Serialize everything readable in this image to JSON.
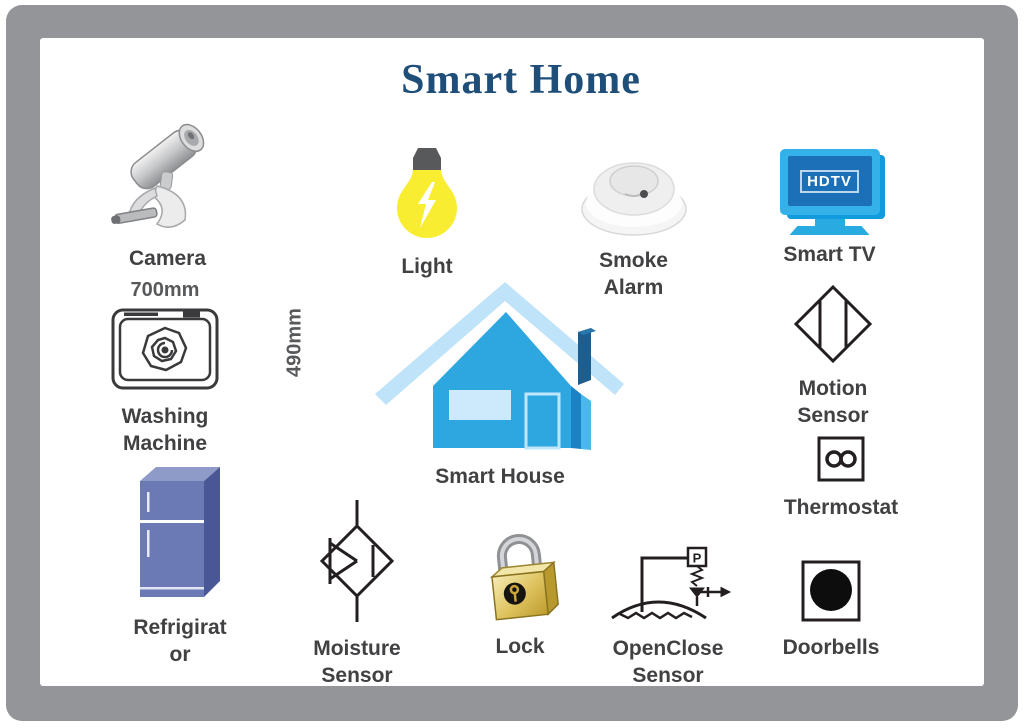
{
  "title": "Smart Home",
  "colors": {
    "frame_gray": "#939598",
    "background": "#ffffff",
    "title_text": "#1f4e79",
    "label_text": "#414042",
    "dimension_text": "#58595b",
    "line_icon_stroke": "#231f20",
    "house_blue": "#2ea7e0",
    "house_roof_blue": "#bfe3f8",
    "tv_blue": "#29abe2",
    "tv_screen_blue": "#1b70b8",
    "bulb_yellow": "#f9ed32",
    "bulb_cap_gray": "#58595b",
    "fridge_blue": "#6b79b5",
    "lock_gold": "#d9b94a"
  },
  "items": [
    {
      "id": "camera",
      "label": "Camera",
      "icon": "webcam-icon"
    },
    {
      "id": "light",
      "label": "Light",
      "icon": "lightbulb-icon"
    },
    {
      "id": "smoke-alarm",
      "label": "Smoke\nAlarm",
      "icon": "smoke-alarm-icon"
    },
    {
      "id": "smart-tv",
      "label": "Smart TV",
      "icon": "tv-icon",
      "screen_text": "HDTV"
    },
    {
      "id": "washing-machine",
      "label": "Washing\nMachine",
      "icon": "washing-machine-icon",
      "width_dimension": "700mm",
      "height_dimension": "490mm"
    },
    {
      "id": "smart-house",
      "label": "Smart House",
      "icon": "house-icon"
    },
    {
      "id": "motion-sensor",
      "label": "Motion\nSensor",
      "icon": "motion-sensor-icon"
    },
    {
      "id": "thermostat",
      "label": "Thermostat",
      "icon": "thermostat-icon"
    },
    {
      "id": "refrigerator",
      "label": "Refrigirat\nor",
      "icon": "refrigerator-icon"
    },
    {
      "id": "moisture-sensor",
      "label": "Moisture\nSensor",
      "icon": "moisture-sensor-icon"
    },
    {
      "id": "lock",
      "label": "Lock",
      "icon": "padlock-icon"
    },
    {
      "id": "openclose-sensor",
      "label": "OpenClose\nSensor",
      "icon": "openclose-sensor-icon",
      "box_glyph": "P"
    },
    {
      "id": "doorbells",
      "label": "Doorbells",
      "icon": "doorbell-icon"
    }
  ]
}
